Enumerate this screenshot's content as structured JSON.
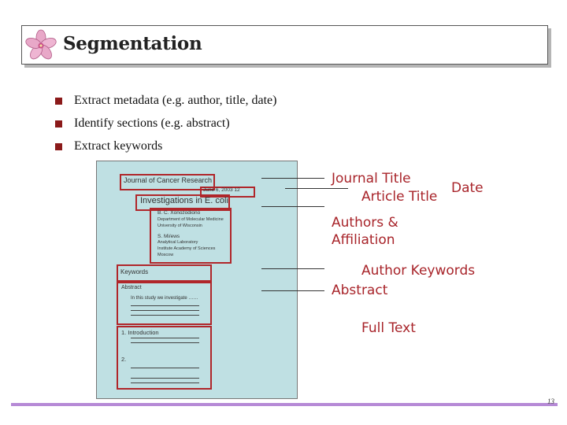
{
  "slide": {
    "title": "Segmentation",
    "page_number": "13"
  },
  "bullets": [
    "Extract metadata (e.g. author, title, date)",
    "Identify sections (e.g. abstract)",
    "Extract keywords"
  ],
  "document": {
    "journal": "Journal of Cancer Research",
    "date": "June 6, 2003 12",
    "article_title": "Investigations in E. coli",
    "author1": {
      "name": "B. C. Xonozodiono",
      "dept": "Department of Molecular Medicine",
      "univ": "University of Wisconsin"
    },
    "author2": {
      "name": "S. Mi/ews",
      "dept": "Analytical Laboratory",
      "inst": "Institute Academy of Sciences",
      "city": "Moscow"
    },
    "keywords": "Keywords",
    "abstract_heading": "Abstract",
    "abstract_text": "In this study we investigate ……",
    "section1": "1. Introduction",
    "section2": "2."
  },
  "annotations": {
    "journal_title": "Journal Title",
    "date": "Date",
    "article_title": "Article Title",
    "authors_line1": "Authors &",
    "authors_line2": "Affiliation",
    "author_keywords": "Author Keywords",
    "abstract": "Abstract",
    "full_text": "Full Text"
  },
  "colors": {
    "annotation": "#a8242a",
    "document_bg": "#bfe0e3",
    "footer_bar": "#b68ad6",
    "bullet": "#8b1a1a"
  }
}
